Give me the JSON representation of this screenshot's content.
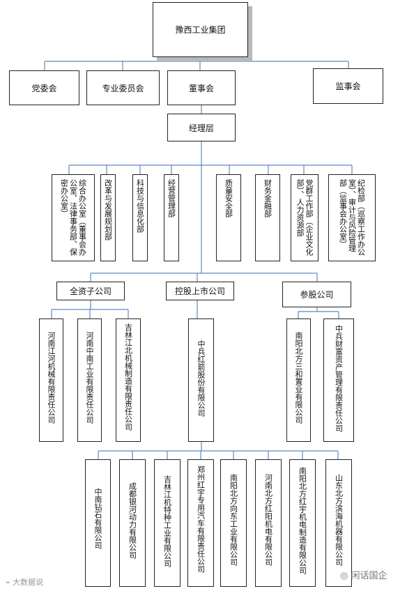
{
  "top": "豫西工业集团",
  "level2": {
    "party": "党委会",
    "committee": "专业委员会",
    "board": "董事会",
    "supervisory": "监事会"
  },
  "manager": "经理层",
  "departments": [
    "综合办公室（董事会办公室、法律事务部、保密办公室）",
    "改革与发展规划部",
    "科技与信息化部",
    "经营管理部",
    "质量安全部",
    "财务金融部",
    "党群工作部（企业文化部）、人力资源部",
    "纪检部（巡察工作办公室）、审计与风险管理部（监事会办公室）"
  ],
  "categories": {
    "wholly_owned": "全资子公司",
    "listed": "控股上市公司",
    "participating": "参股公司"
  },
  "wholly_owned": [
    "河南江河机械有限责任公司",
    "河南中南工业有限责任公司",
    "吉林江北机械制造有限责任公司"
  ],
  "listed": "中兵红箭股份有限公司",
  "participating": [
    "南阳北方三和置业有限公司",
    "中兵财富资产管理有限责任公司"
  ],
  "subsidiaries": [
    "中南钻石有限公司",
    "成都银河动力有限公司",
    "吉林江机特种工业有限公司",
    "郑州红宇专用汽车有限责任公司",
    "南阳北方向东工业有限公司",
    "河南北方红阳机电有限公司",
    "南阳北方红宇机电制造有限公司",
    "山东北方滨海机器有限公司"
  ],
  "watermarks": {
    "left": "大数据说",
    "right": "闲话国企"
  }
}
